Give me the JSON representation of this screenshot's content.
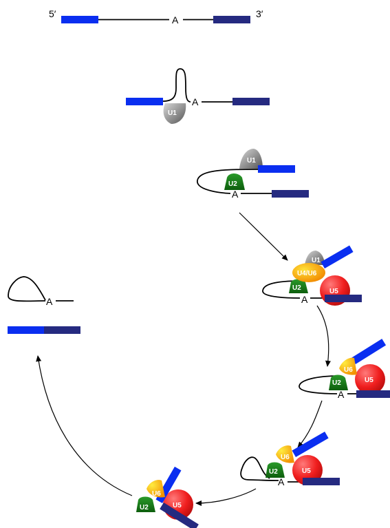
{
  "labels": {
    "five_prime": "5′",
    "three_prime": "3′",
    "branch_point": "A"
  },
  "snrnps": {
    "u1": "U1",
    "u2": "U2",
    "u4_u6": "U4/U6",
    "u5": "U5",
    "u6": "U6"
  },
  "colors": {
    "exon1": "#0a2ef0",
    "exon2": "#252a80",
    "intron": "#000000",
    "u1_grey": "#8a8a8a",
    "u2_green": "#1a7a1a",
    "u6_yellow": "#f0b800",
    "u5_red": "#e81c1c"
  },
  "icons": [
    "arrow-icon"
  ]
}
